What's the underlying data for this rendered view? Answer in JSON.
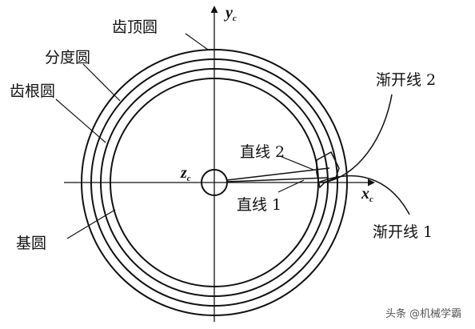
{
  "labels": {
    "tip_circle": "齿顶圆",
    "pitch_circle": "分度圆",
    "root_circle": "齿根圆",
    "base_circle": "基圆",
    "involute_1": "渐开线 1",
    "involute_2": "渐开线 2",
    "line_1": "直线 1",
    "line_2": "直线 2",
    "x_axis": "x",
    "x_axis_sub": "c",
    "y_axis": "y",
    "y_axis_sub": "c",
    "origin": "z",
    "origin_sub": "c"
  },
  "watermark": "头条 @机械学霸",
  "colors": {
    "ink": "#111111",
    "background": "#ffffff"
  }
}
